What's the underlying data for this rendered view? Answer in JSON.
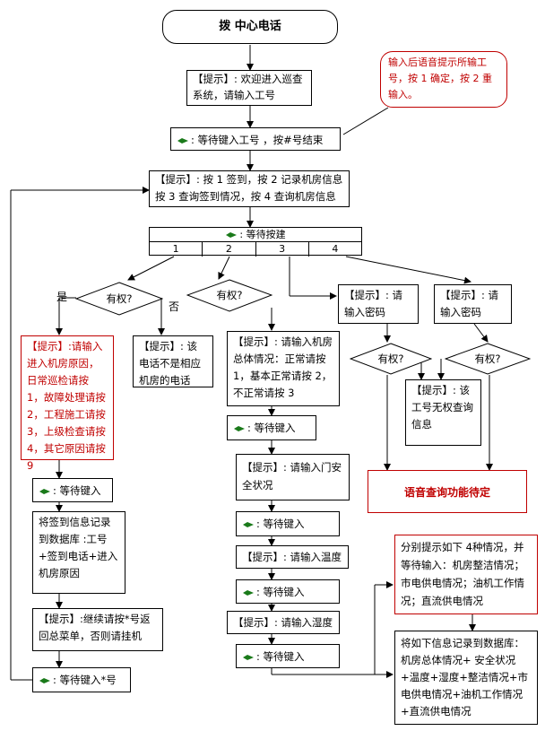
{
  "start": "拨 中心电话",
  "welcome": "【提示】: 欢迎进入巡查系统，请输入工号",
  "wait_id": ": 等待键入工号 ，按#号结束",
  "callout": "输入后语音提示所输工号，按 1 确定，按 2 重输入。",
  "menu": "【提示】: 按 1 签到，按 2 记录机房信息 按 3 查询签到情况，按 4 查询机房信息",
  "wait_key_head": ": 等待按建",
  "keys": [
    "1",
    "2",
    "3",
    "4"
  ],
  "yes": "是",
  "no": "否",
  "auth": "有权?",
  "reason": "【提示】:请输入进入机房原因，日常巡检请按 1，故障处理请按 2，工程施工请按 3，上级检查请按 4，其它原因请按 9",
  "not_room": "【提示】: 该电话不是相应机房的电话",
  "overall": "【提示】: 请输入机房总体情况：正常请按 1，基本正常请按 2，不正常请按 3",
  "pw1": "【提示】: 请输入密码",
  "pw2": "【提示】: 请输入密码",
  "no_auth": "【提示】: 该工号无权查询信息",
  "voice_pending": "语音查询功能待定",
  "wait_input": ": 等待键入",
  "door": "【提示】: 请输入门安全状况",
  "temp": "【提示】: 请输入温度",
  "humid": "【提示】: 请输入湿度",
  "four_cases": "分别提示如下 4种情况，并等待输入：机房整洁情况；市电供电情况；油机工作情况；直流供电情况",
  "record_db": "将如下信息记录到数据库：机房总体情况+ 安全状况+温度+湿度+整洁情况+市电供电情况+油机工作情况+直流供电情况",
  "signin_db": "将签到信息记录到数据库 :工号+签到电话+进入机房原因",
  "continue": "【提示】:继续请按*号返回总菜单，否则请挂机",
  "wait_star": ": 等待键入*号",
  "colors": {
    "red": "#c00000",
    "icon": "#1a7a1a"
  }
}
